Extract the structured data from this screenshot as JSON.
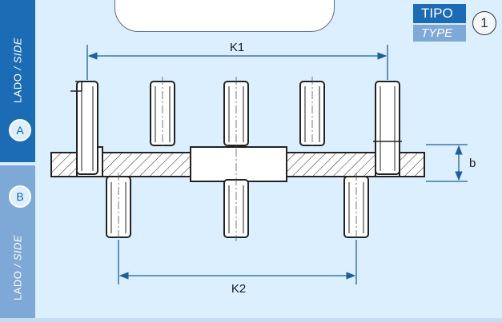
{
  "side_tabs": {
    "a": {
      "label": "LADO",
      "sub": "/ SIDE",
      "letter": "A"
    },
    "b": {
      "label": "LADO",
      "sub": "/ SIDE",
      "letter": "B"
    }
  },
  "type_badge": {
    "label": "TIPO",
    "sub": "TYPE",
    "number": "1"
  },
  "dimensions": {
    "k1": "K1",
    "k2": "K2",
    "b": "b"
  },
  "colors": {
    "side_a": "#1c6bb5",
    "side_b": "#7ea8d6",
    "background": "#dcefff",
    "dimension_line": "#1c5f9a"
  }
}
